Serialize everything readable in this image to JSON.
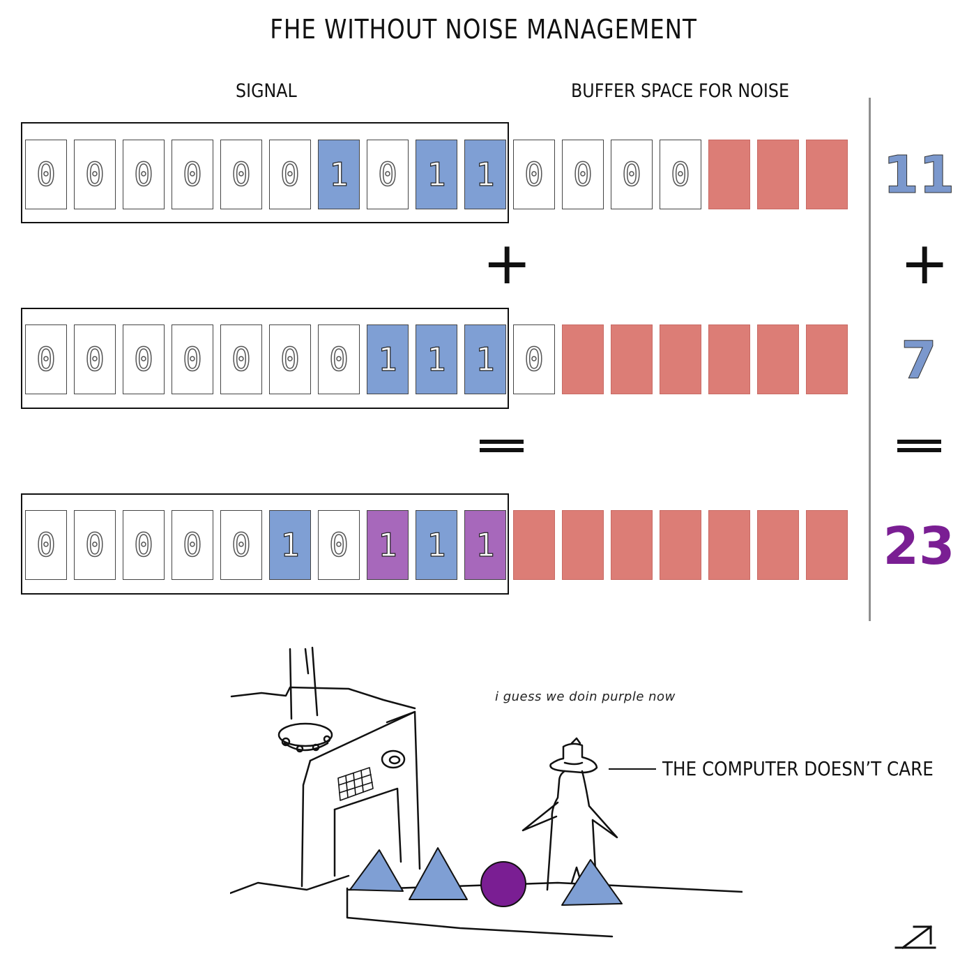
{
  "title": "FHE WITHOUT NOISE MANAGEMENT",
  "labels": {
    "signal": "SIGNAL",
    "buffer": "BUFFER SPACE FOR NOISE"
  },
  "rows": [
    {
      "cells": [
        "0",
        "0",
        "0",
        "0",
        "0",
        "0",
        "1",
        "0",
        "1",
        "1",
        "0",
        "0",
        "0",
        "0",
        "N",
        "N",
        "N"
      ],
      "styles": [
        "z",
        "z",
        "z",
        "z",
        "z",
        "z",
        "b",
        "z",
        "b",
        "b",
        "z",
        "z",
        "z",
        "z",
        "n",
        "n",
        "n"
      ]
    },
    {
      "cells": [
        "0",
        "0",
        "0",
        "0",
        "0",
        "0",
        "0",
        "1",
        "1",
        "1",
        "0",
        "N",
        "N",
        "N",
        "N",
        "N",
        "N"
      ],
      "styles": [
        "z",
        "z",
        "z",
        "z",
        "z",
        "z",
        "z",
        "b",
        "b",
        "b",
        "z",
        "n",
        "n",
        "n",
        "n",
        "n",
        "n"
      ]
    },
    {
      "cells": [
        "0",
        "0",
        "0",
        "0",
        "0",
        "1",
        "0",
        "1",
        "1",
        "1",
        "N",
        "N",
        "N",
        "N",
        "N",
        "N",
        "N"
      ],
      "styles": [
        "z",
        "z",
        "z",
        "z",
        "z",
        "b",
        "z",
        "p",
        "b",
        "p",
        "n",
        "n",
        "n",
        "n",
        "n",
        "n",
        "n"
      ]
    }
  ],
  "operators": {
    "plus": "+",
    "equals": "="
  },
  "numbers": {
    "a": "11",
    "b": "7",
    "result": "23"
  },
  "colors": {
    "blue": "#7f9fd4",
    "purple": "#a768bb",
    "noise": "#dc7d76",
    "result_text": "#7a1e93"
  },
  "comic": {
    "caption": "i guess we doin purple now",
    "callout": "THE COMPUTER DOESN’T CARE"
  },
  "logo": "arrow-logo-icon"
}
